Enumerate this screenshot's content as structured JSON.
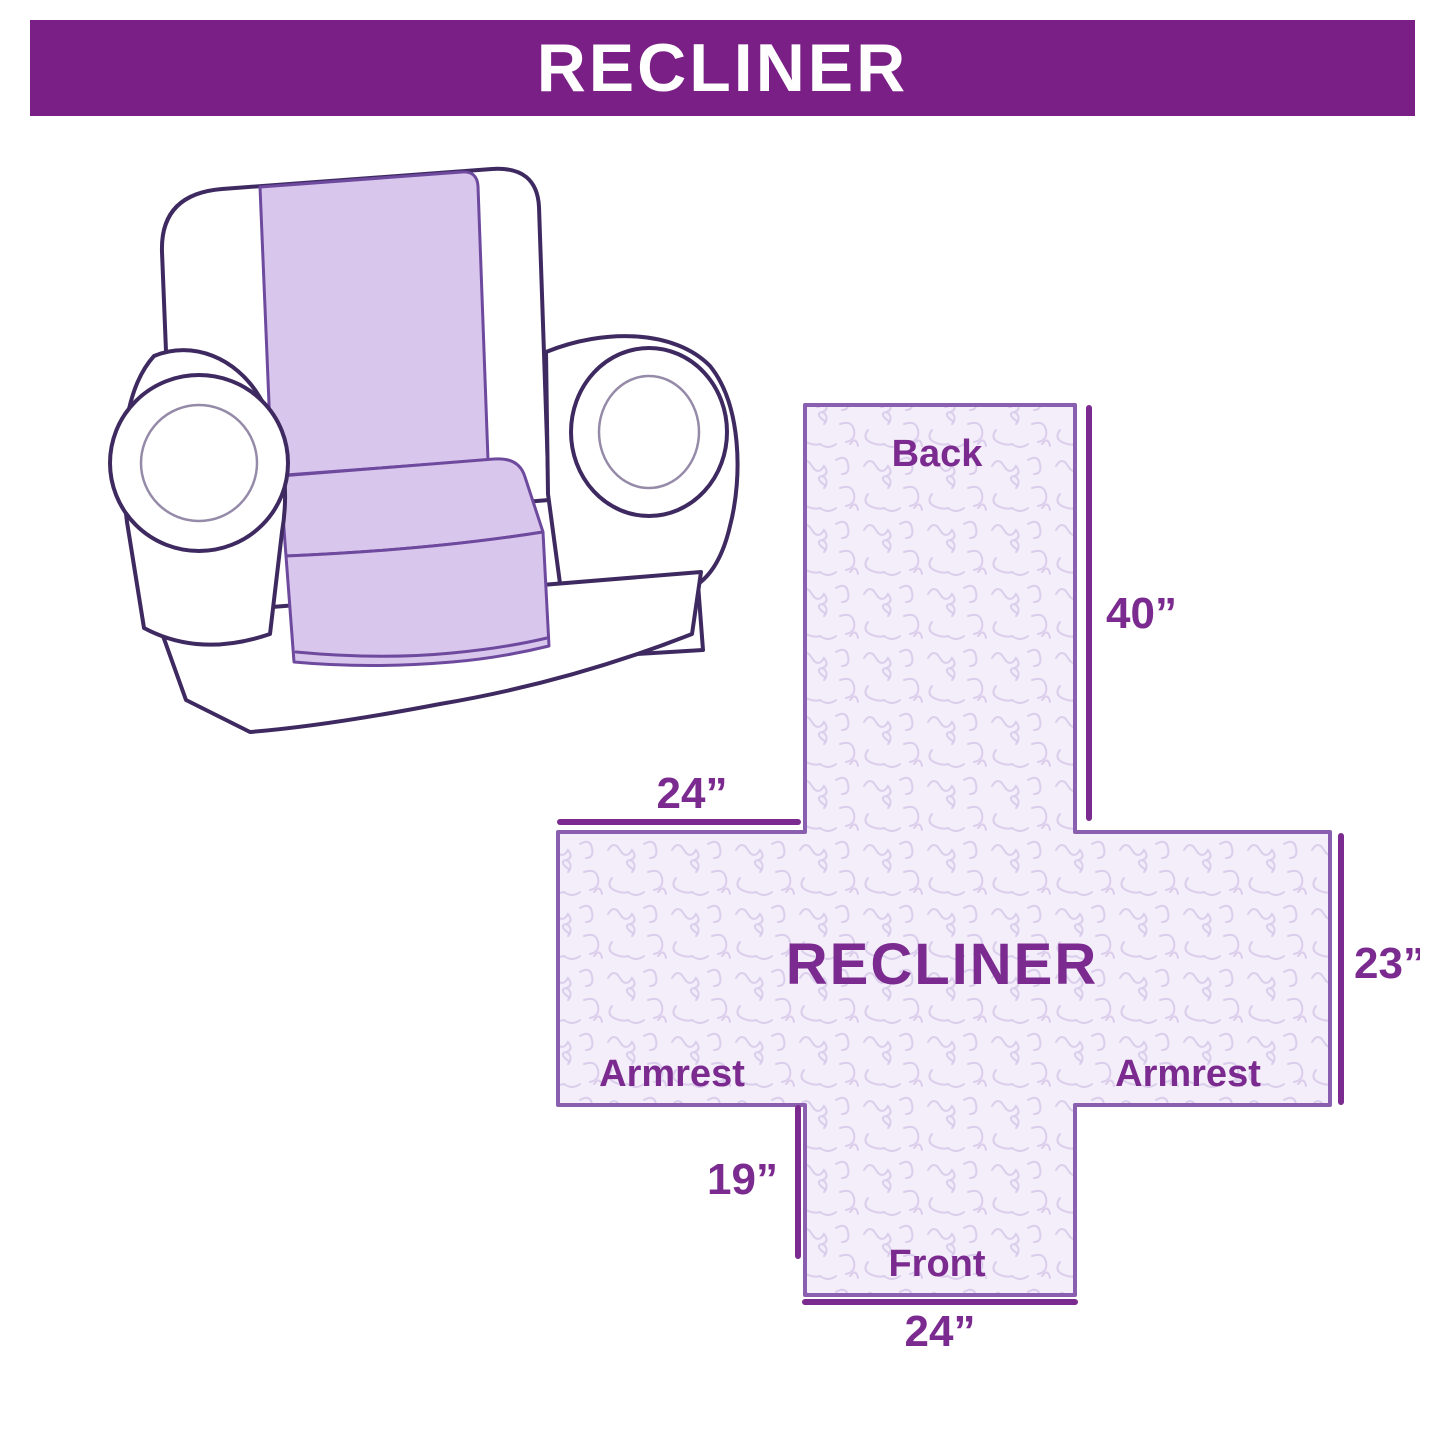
{
  "banner": {
    "title": "RECLINER",
    "background_color": "#7A1F85",
    "text_color": "#FFFFFF"
  },
  "pattern_piece": {
    "center_label": "RECLINER",
    "back_label": "Back",
    "front_label": "Front",
    "armrest_left_label": "Armrest",
    "armrest_right_label": "Armrest",
    "dim_back_length": "40”",
    "dim_armrest_top_width": "24”",
    "dim_side_height": "23”",
    "dim_front_drop": "19”",
    "dim_front_width": "24”",
    "fill_color": "#F3EEF9",
    "texture_color": "#DBCDEC",
    "outline_color": "#8A5FB0",
    "label_color": "#7B2B8F"
  },
  "illustration": {
    "name": "recliner-chair-with-cover",
    "cover_color": "#D9C6EC",
    "line_color": "#3E2A60"
  }
}
